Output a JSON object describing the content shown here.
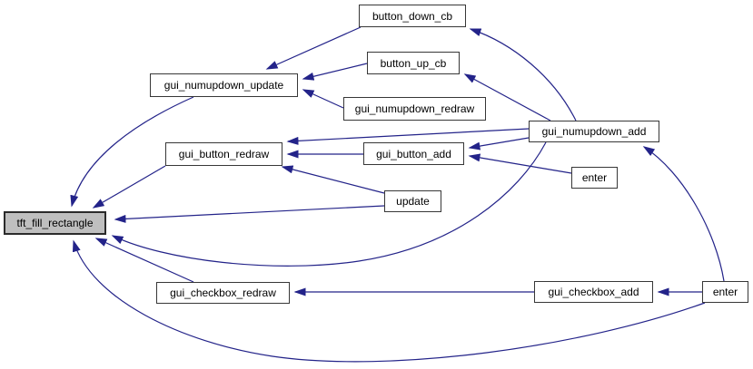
{
  "diagram": {
    "kind": "function-caller-graph",
    "root_function": "tft_fill_rectangle",
    "colors": {
      "edge": "#232389",
      "node_background": "#ffffff",
      "node_border": "#373737",
      "root_node_background": "#bfbfbf",
      "page_background": "#ffffff",
      "text": "#000000"
    },
    "nodes": [
      {
        "id": "tft_fill_rectangle",
        "label": "tft_fill_rectangle",
        "highlighted": true
      },
      {
        "id": "gui_numupdown_update",
        "label": "gui_numupdown_update",
        "highlighted": false
      },
      {
        "id": "button_down_cb",
        "label": "button_down_cb",
        "highlighted": false
      },
      {
        "id": "button_up_cb",
        "label": "button_up_cb",
        "highlighted": false
      },
      {
        "id": "gui_numupdown_redraw",
        "label": "gui_numupdown_redraw",
        "highlighted": false
      },
      {
        "id": "gui_numupdown_add",
        "label": "gui_numupdown_add",
        "highlighted": false
      },
      {
        "id": "gui_button_redraw",
        "label": "gui_button_redraw",
        "highlighted": false
      },
      {
        "id": "gui_button_add",
        "label": "gui_button_add",
        "highlighted": false
      },
      {
        "id": "enter_top",
        "label": "enter",
        "highlighted": false
      },
      {
        "id": "update",
        "label": "update",
        "highlighted": false
      },
      {
        "id": "gui_checkbox_redraw",
        "label": "gui_checkbox_redraw",
        "highlighted": false
      },
      {
        "id": "gui_checkbox_add",
        "label": "gui_checkbox_add",
        "highlighted": false
      },
      {
        "id": "enter_bottom",
        "label": "enter",
        "highlighted": false
      }
    ],
    "edges": [
      {
        "from": "gui_numupdown_update",
        "to": "tft_fill_rectangle"
      },
      {
        "from": "gui_button_redraw",
        "to": "tft_fill_rectangle"
      },
      {
        "from": "update",
        "to": "tft_fill_rectangle"
      },
      {
        "from": "gui_numupdown_add",
        "to": "tft_fill_rectangle"
      },
      {
        "from": "gui_checkbox_redraw",
        "to": "tft_fill_rectangle"
      },
      {
        "from": "enter_bottom",
        "to": "tft_fill_rectangle"
      },
      {
        "from": "button_down_cb",
        "to": "gui_numupdown_update"
      },
      {
        "from": "button_up_cb",
        "to": "gui_numupdown_update"
      },
      {
        "from": "gui_numupdown_redraw",
        "to": "gui_numupdown_update"
      },
      {
        "from": "gui_numupdown_add",
        "to": "button_down_cb"
      },
      {
        "from": "gui_numupdown_add",
        "to": "button_up_cb"
      },
      {
        "from": "gui_numupdown_add",
        "to": "gui_button_redraw"
      },
      {
        "from": "gui_button_add",
        "to": "gui_button_redraw"
      },
      {
        "from": "update",
        "to": "gui_button_redraw"
      },
      {
        "from": "gui_numupdown_add",
        "to": "gui_button_add"
      },
      {
        "from": "enter_top",
        "to": "gui_button_add"
      },
      {
        "from": "enter_bottom",
        "to": "gui_numupdown_add"
      },
      {
        "from": "gui_checkbox_add",
        "to": "gui_checkbox_redraw"
      },
      {
        "from": "enter_bottom",
        "to": "gui_checkbox_add"
      }
    ]
  }
}
